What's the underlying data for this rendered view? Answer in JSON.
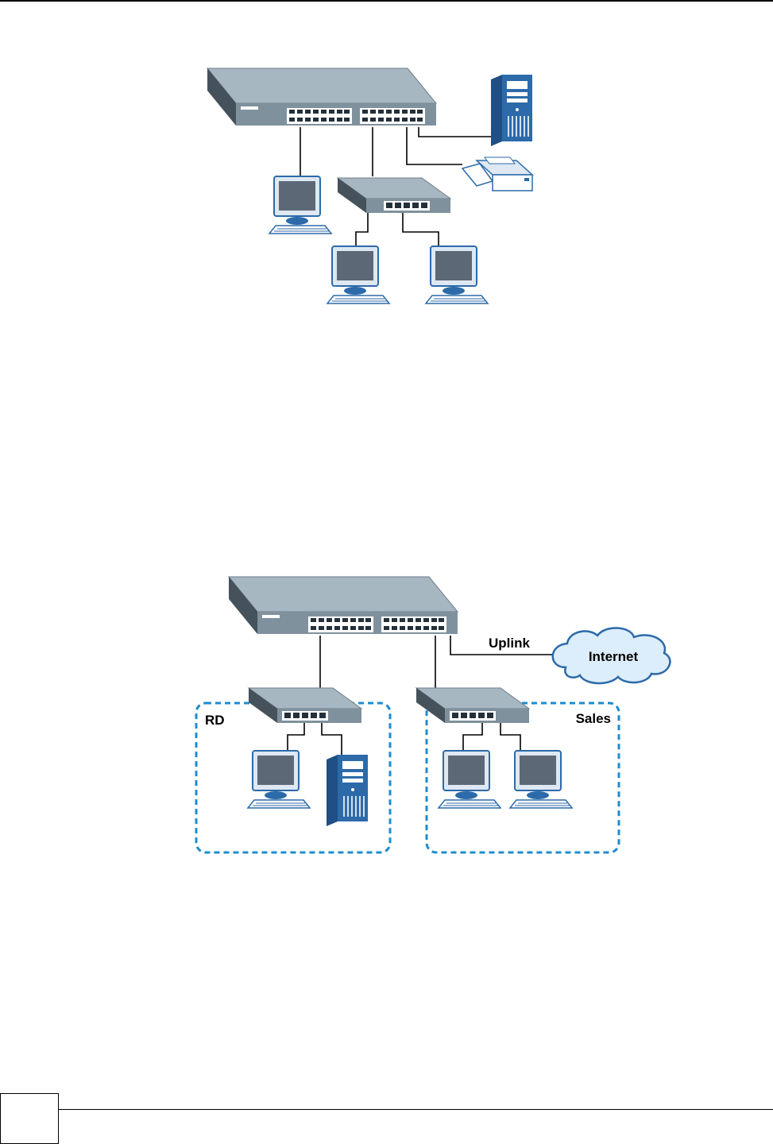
{
  "figure2": {
    "labels": {
      "rd": "RD",
      "sales": "Sales",
      "uplink": "Uplink",
      "internet": "Internet"
    }
  },
  "colors": {
    "switch_top": "#a7b7c2",
    "switch_front": "#7f919d",
    "switch_side": "#45525b",
    "device_blue": "#2c6aa9",
    "screen": "#5d6876",
    "group_border": "#1d8ccf",
    "line": "#000000"
  },
  "icons": [
    "large-switch-icon",
    "small-switch-icon",
    "desktop-computer-icon",
    "tower-server-icon",
    "printer-icon",
    "cloud-icon"
  ]
}
